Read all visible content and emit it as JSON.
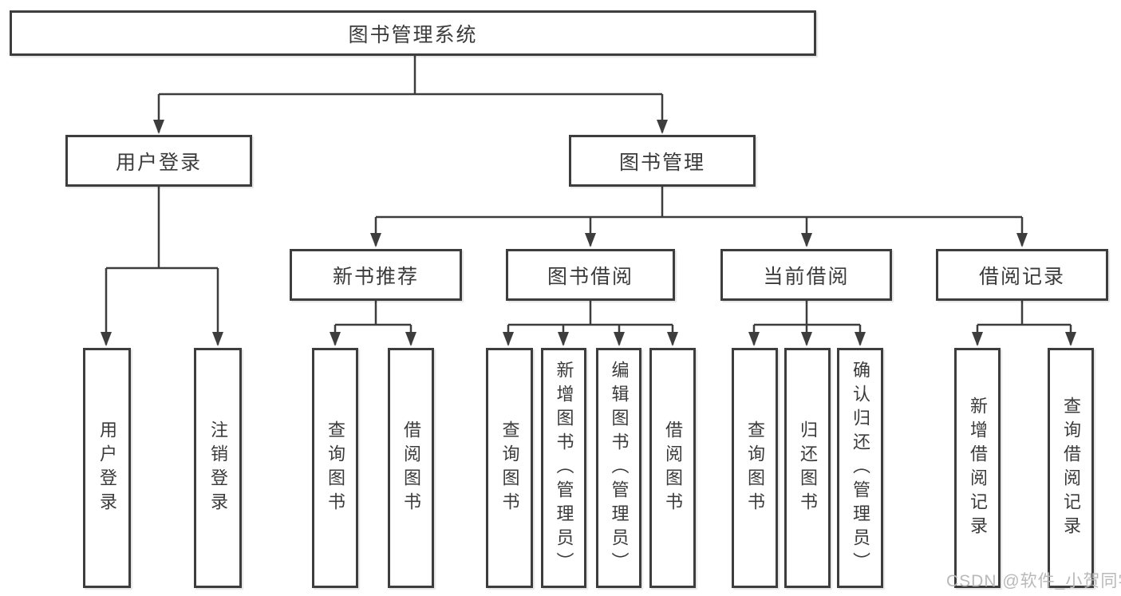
{
  "diagram": {
    "root": {
      "label": "图书管理系统"
    },
    "branches": {
      "user_login": {
        "label": "用户登录",
        "children": [
          {
            "label": "用户登录"
          },
          {
            "label": "注销登录"
          }
        ]
      },
      "book_management": {
        "label": "图书管理",
        "children": [
          {
            "label": "新书推荐",
            "children": [
              {
                "label": "查询图书"
              },
              {
                "label": "借阅图书"
              }
            ]
          },
          {
            "label": "图书借阅",
            "children": [
              {
                "label": "查询图书"
              },
              {
                "label": "新增图书（管理员）"
              },
              {
                "label": "编辑图书（管理员）"
              },
              {
                "label": "借阅图书"
              }
            ]
          },
          {
            "label": "当前借阅",
            "children": [
              {
                "label": "查询图书"
              },
              {
                "label": "归还图书"
              },
              {
                "label": "确认归还（管理员）"
              }
            ]
          },
          {
            "label": "借阅记录",
            "children": [
              {
                "label": "新增借阅记录"
              },
              {
                "label": "查询借阅记录"
              }
            ]
          }
        ]
      }
    },
    "watermark": "CSDN @软件_小贺同学"
  },
  "colors": {
    "line": "#3d3d3d",
    "text": "#3b3b3b",
    "watermark": "#b9b9b9",
    "background": "#ffffff",
    "box_fill": "#ffffff"
  }
}
